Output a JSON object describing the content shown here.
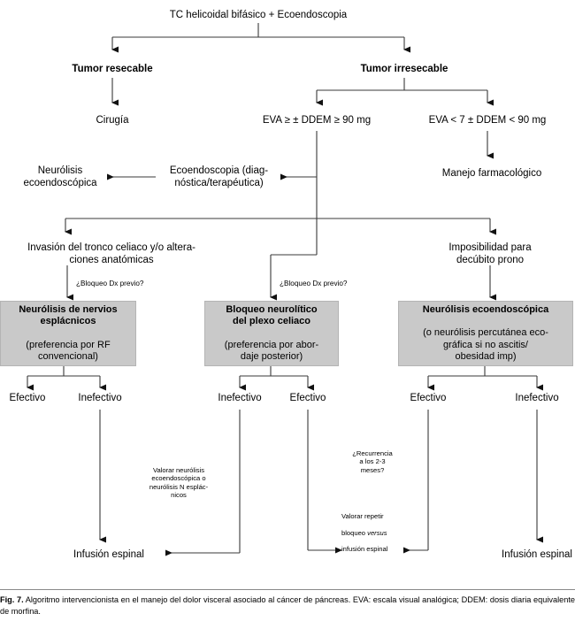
{
  "figure": {
    "id": "Fig. 7.",
    "caption_text": " Algoritmo intervencionista en el manejo del dolor visceral asociado al cáncer de páncreas. EVA: escala visual analógica; DDEM: dosis diaria equivalente de morfina.",
    "colors": {
      "box_fill": "#c9c9c9",
      "box_border": "#b4b4b4",
      "line": "#3a3a3a",
      "text": "#000000"
    }
  },
  "nodes": {
    "root": "TC helicoidal bifásico + Ecoendoscopia",
    "resectable": "Tumor resecable",
    "irresectable": "Tumor irresecable",
    "surgery": "Cirugía",
    "eva_high": "EVA ≥ ± DDEM ≥ 90 mg",
    "eva_low": "EVA < 7 ± DDEM < 90 mg",
    "ecoendoscopia": "Ecoendoscopia (diag-\nnóstica/terapéutica)",
    "neurolisis_eco": "Neurólisis\necoendoscópica",
    "manejo_farm": "Manejo farmacológico",
    "invasion": "Invasión del tronco celiaco y/o altera-\nciones anatómicas",
    "imposibilidad": "Imposibilidad para\ndecúbito prono",
    "bloqueo_dx_1": "¿Bloqueo Dx previo?",
    "bloqueo_dx_2": "¿Bloqueo Dx previo?",
    "infusion_left": "Infusión espinal",
    "infusion_right": "Infusión espinal"
  },
  "gray_boxes": [
    {
      "id": "box-splanchnic",
      "bold": "Neurólisis de nervios\nesplácnicos",
      "normal": "(preferencia por RF\nconvencional)"
    },
    {
      "id": "box-celiac-plexus",
      "bold": "Bloqueo neurolítico\ndel plexo celiaco",
      "normal": "(preferencia por abor-\ndaje posterior)"
    },
    {
      "id": "box-eus-neurolysis",
      "bold": "Neurólisis ecoendoscópica",
      "normal": "(o neurólisis percutánea eco-\ngráfica si no ascitis/\nobesidad imp)"
    }
  ],
  "outcome_labels": {
    "b1_effective": "Efectivo",
    "b1_ineffective": "Inefectivo",
    "b2_ineffective": "Inefectivo",
    "b2_effective": "Efectivo",
    "b3_effective": "Efectivo",
    "b3_ineffective": "Inefectivo"
  },
  "annotations": {
    "valorar_neurolisis": "Valorar neurólisis\necoendoscópica o\nneurólisis N esplác-\nnicos",
    "recurrencia": "¿Recurrencia\na los 2-3\nmeses?",
    "valorar_repetir_l1": "Valorar repetir",
    "valorar_repetir_l2a": "bloqueo ",
    "valorar_repetir_l2b": "versus",
    "valorar_repetir_l3": "infusión espinal"
  }
}
